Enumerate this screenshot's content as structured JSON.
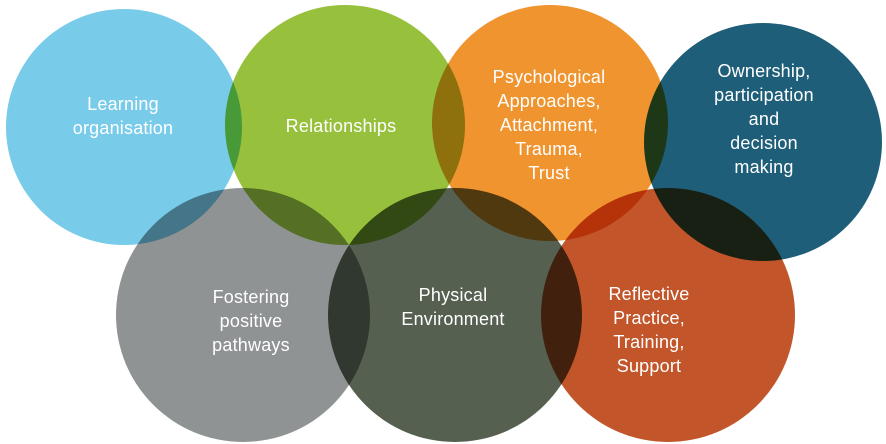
{
  "diagram": {
    "background_color": "#ffffff",
    "text_color": "#ffffff",
    "circles": [
      {
        "id": "learning-organisation",
        "label": "Learning\norganisation",
        "color": "#79cbea"
      },
      {
        "id": "relationships",
        "label": "Relationships",
        "color": "#97c13d"
      },
      {
        "id": "psychological-approaches",
        "label": "Psychological\nApproaches,\nAttachment,\nTrauma,\nTrust",
        "color": "#f0942f"
      },
      {
        "id": "ownership-participation",
        "label": "Ownership,\nparticipation\nand\ndecision making",
        "color": "#1f5e79"
      },
      {
        "id": "fostering-positive-pathways",
        "label": "Fostering\npositive\npathways",
        "color": "#8f9394"
      },
      {
        "id": "physical-environment",
        "label": "Physical\nEnvironment",
        "color": "#556050"
      },
      {
        "id": "reflective-practice",
        "label": "Reflective\nPractice,\nTraining,\nSupport",
        "color": "#c2552a"
      }
    ]
  }
}
